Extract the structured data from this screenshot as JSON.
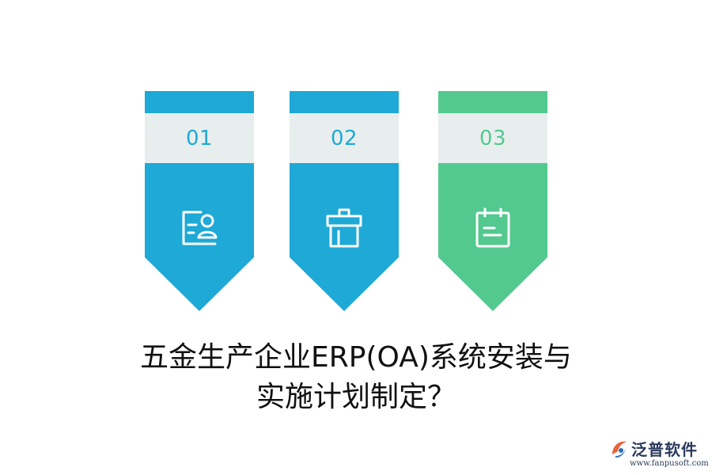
{
  "cards": [
    {
      "number": "01",
      "color": "#1ea9d6",
      "number_color": "#1ea9d6",
      "icon": "profile-card-icon"
    },
    {
      "number": "02",
      "color": "#1ea9d6",
      "number_color": "#1ea9d6",
      "icon": "gift-box-icon"
    },
    {
      "number": "03",
      "color": "#54c98f",
      "number_color": "#54c98f",
      "icon": "calendar-icon"
    }
  ],
  "title": {
    "line1": "五金生产企业ERP(OA)系统安装与",
    "line2": "实施计划制定？"
  },
  "logo": {
    "brand": "泛普软件",
    "url": "www.fanpusoft.com",
    "icon": "fanpu-logo-icon"
  }
}
